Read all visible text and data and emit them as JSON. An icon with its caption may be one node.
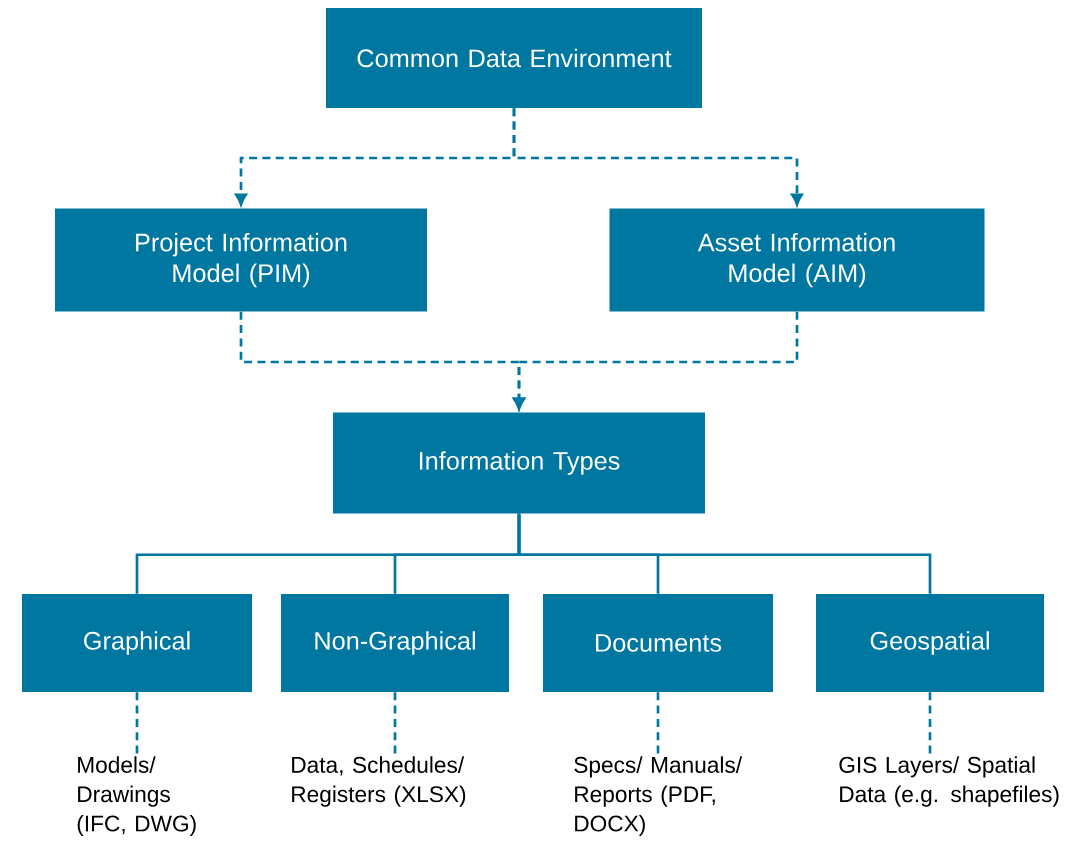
{
  "diagram": {
    "nodes": [
      {
        "text": [
          "Common Data Environment"
        ]
      },
      {
        "text": [
          "Project Information Model (PIM)"
        ]
      },
      {
        "text": [
          "Asset Information Model (AIM)"
        ]
      },
      {
        "text": [
          "Information Types"
        ]
      },
      {
        "text": [
          "Graphical"
        ]
      },
      {
        "text": [
          "Non-Graphical"
        ]
      },
      {
        "text": [
          "Documents"
        ]
      },
      {
        "text": [
          "Geospatial"
        ]
      },
      {
        "text": [
          "Models/ Drawings (IFC, DWG)"
        ]
      },
      {
        "text": [
          "Data, Schedules/ Registers (XLSX)"
        ]
      },
      {
        "text": [
          "Specs/ Manuals/ Reports (PDF, DOCX)"
        ]
      },
      {
        "text": [
          "GIS Layers/ Spatial Data (e.g. shapefiles)"
        ]
      }
    ],
    "edges": [
      {
        "from": 0,
        "to": 1,
        "arrow": "to",
        "style": "dashed"
      },
      {
        "from": 0,
        "to": 2,
        "arrow": "to",
        "style": "dashed"
      },
      {
        "from": 1,
        "to": 3,
        "arrow": "to",
        "style": "dashed"
      },
      {
        "from": 2,
        "to": 3,
        "arrow": "to",
        "style": "dashed"
      },
      {
        "from": 3,
        "to": 4,
        "arrow": "none"
      },
      {
        "from": 3,
        "to": 5,
        "arrow": "none"
      },
      {
        "from": 3,
        "to": 6,
        "arrow": "none"
      },
      {
        "from": 3,
        "to": 7,
        "arrow": "none"
      },
      {
        "from": 4,
        "to": 8,
        "arrow": "none",
        "style": "dashed"
      },
      {
        "from": 5,
        "to": 9,
        "arrow": "none",
        "style": "dashed"
      },
      {
        "from": 6,
        "to": 10,
        "arrow": "none",
        "style": "dashed"
      },
      {
        "from": 7,
        "to": 11,
        "arrow": "none",
        "style": "dashed"
      }
    ]
  }
}
